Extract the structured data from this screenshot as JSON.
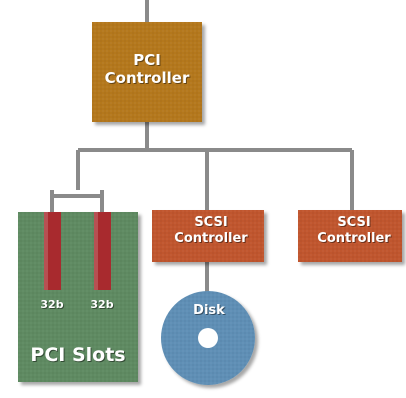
{
  "pci_controller": {
    "line1": "PCI",
    "line2": "Controller"
  },
  "scsi_controllers": [
    {
      "line1": "SCSI",
      "line2": "Controller"
    },
    {
      "line1": "SCSI",
      "line2": "Controller"
    }
  ],
  "pci_slots": {
    "title": "PCI Slots",
    "slots": [
      {
        "label": "32b"
      },
      {
        "label": "32b"
      }
    ]
  },
  "disk": {
    "label": "Disk"
  },
  "colors": {
    "pci_controller": "#b4781e",
    "scsi_controller": "#c0562e",
    "slots_board": "#5e8a62",
    "slot": "#a82a2e",
    "disk": "#5f8fb5",
    "bus": "#8a8a8a"
  }
}
